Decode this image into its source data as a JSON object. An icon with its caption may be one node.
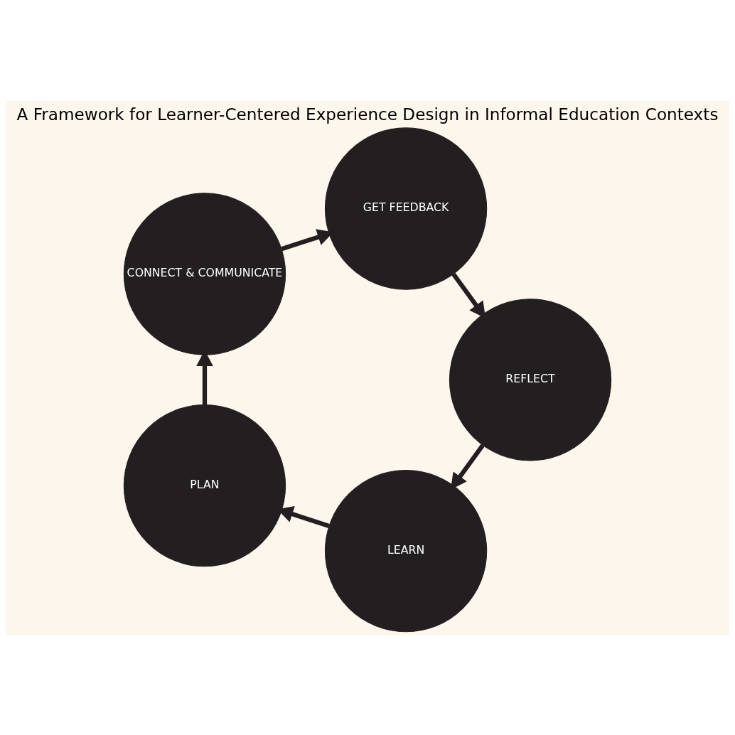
{
  "diagram": {
    "title": "A Framework for Learner-Centered Experience Design in Informal Education Contexts",
    "nodes": [
      {
        "text": [
          "LEARN"
        ]
      },
      {
        "text": [
          "PLAN"
        ]
      },
      {
        "text": [
          "CONNECT & COMMUNICATE"
        ]
      },
      {
        "text": [
          "GET FEEDBACK"
        ]
      },
      {
        "text": [
          "REFLECT"
        ]
      }
    ],
    "edges": [
      {
        "from": 0,
        "to": 1,
        "arrow": "to"
      },
      {
        "from": 1,
        "to": 2,
        "arrow": "to"
      },
      {
        "from": 2,
        "to": 3,
        "arrow": "to"
      },
      {
        "from": 3,
        "to": 4,
        "arrow": "to"
      },
      {
        "from": 4,
        "to": 0,
        "arrow": "to"
      }
    ]
  }
}
